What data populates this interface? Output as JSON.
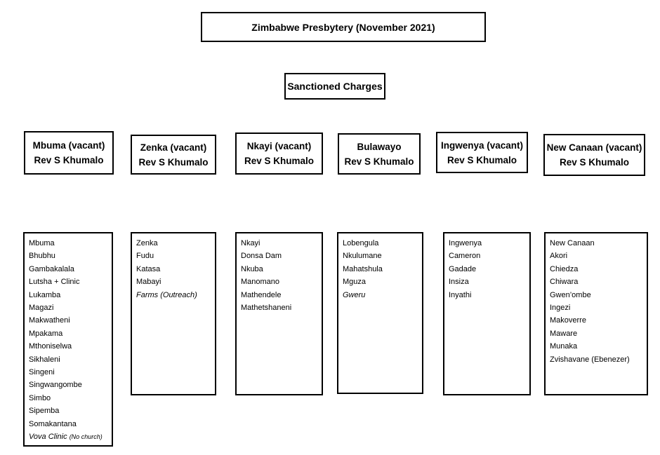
{
  "title": "Zimbabwe Presbytery (November 2021)",
  "subtitle": "Sanctioned Charges",
  "charges": [
    {
      "id": "mbuma",
      "name": "Mbuma (vacant)",
      "minister": "Rev S Khumalo",
      "congregations": [
        {
          "name": "Mbuma"
        },
        {
          "name": "Bhubhu"
        },
        {
          "name": "Gambakalala"
        },
        {
          "name": "Lutsha + Clinic"
        },
        {
          "name": "Lukamba"
        },
        {
          "name": "Magazi"
        },
        {
          "name": "Makwatheni"
        },
        {
          "name": "Mpakama"
        },
        {
          "name": "Mthoniselwa"
        },
        {
          "name": "Sikhaleni"
        },
        {
          "name": "Singeni"
        },
        {
          "name": "Singwangombe"
        },
        {
          "name": "Simbo"
        },
        {
          "name": "Sipemba"
        },
        {
          "name": "Somakantana"
        },
        {
          "name": "Vova Clinic",
          "note": "(No church)",
          "italic": true
        }
      ]
    },
    {
      "id": "zenka",
      "name": "Zenka (vacant)",
      "minister": "Rev S Khumalo",
      "congregations": [
        {
          "name": "Zenka"
        },
        {
          "name": "Fudu"
        },
        {
          "name": "Katasa"
        },
        {
          "name": "Mabayi"
        },
        {
          "name": "Farms (Outreach)",
          "italic": true
        }
      ]
    },
    {
      "id": "nkayi",
      "name": "Nkayi (vacant)",
      "minister": "Rev S Khumalo",
      "congregations": [
        {
          "name": "Nkayi"
        },
        {
          "name": "Donsa Dam"
        },
        {
          "name": "Nkuba"
        },
        {
          "name": "Manomano"
        },
        {
          "name": "Mathendele"
        },
        {
          "name": "Mathetshaneni"
        }
      ]
    },
    {
      "id": "bulawayo",
      "name": "Bulawayo",
      "minister": "Rev S Khumalo",
      "congregations": [
        {
          "name": "Lobengula"
        },
        {
          "name": "Nkulumane"
        },
        {
          "name": "Mahatshula"
        },
        {
          "name": "Mguza"
        },
        {
          "name": "Gweru",
          "italic": true
        }
      ]
    },
    {
      "id": "ingwenya",
      "name": "Ingwenya (vacant)",
      "minister": "Rev S Khumalo",
      "congregations": [
        {
          "name": "Ingwenya"
        },
        {
          "name": "Cameron"
        },
        {
          "name": "Gadade"
        },
        {
          "name": "Insiza"
        },
        {
          "name": "Inyathi"
        }
      ]
    },
    {
      "id": "new-canaan",
      "name": "New Canaan (vacant)",
      "minister": "Rev S Khumalo",
      "congregations": [
        {
          "name": "New Canaan"
        },
        {
          "name": "Akori"
        },
        {
          "name": "Chiedza"
        },
        {
          "name": "Chiwara"
        },
        {
          "name": "Gwen’ombe"
        },
        {
          "name": "Ingezi"
        },
        {
          "name": "Makoverre"
        },
        {
          "name": "Maware"
        },
        {
          "name": "Munaka"
        },
        {
          "name": "Zvishavane (Ebenezer)"
        }
      ]
    }
  ]
}
